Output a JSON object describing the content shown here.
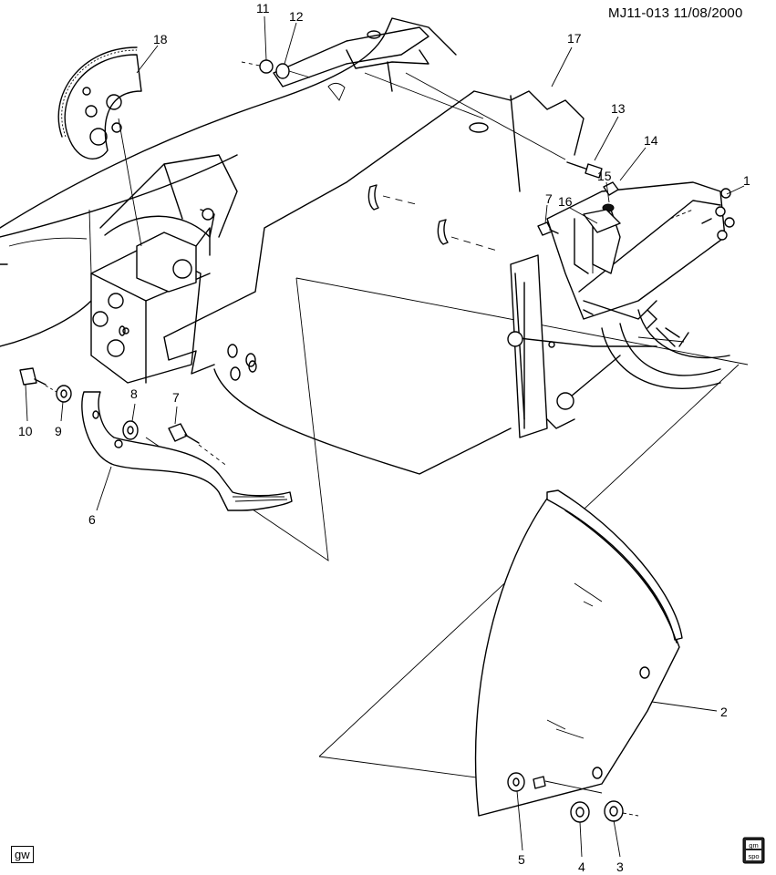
{
  "header": {
    "doc_id": "MJ11-013  11/08/2000"
  },
  "footer": {
    "left_tag": "gw",
    "right_tag_line1": "gm",
    "right_tag_line2": "spo"
  },
  "callouts": [
    "1",
    "2",
    "3",
    "4",
    "5",
    "6",
    "7",
    "7",
    "8",
    "9",
    "10",
    "11",
    "12",
    "13",
    "14",
    "15",
    "16",
    "17",
    "18"
  ]
}
